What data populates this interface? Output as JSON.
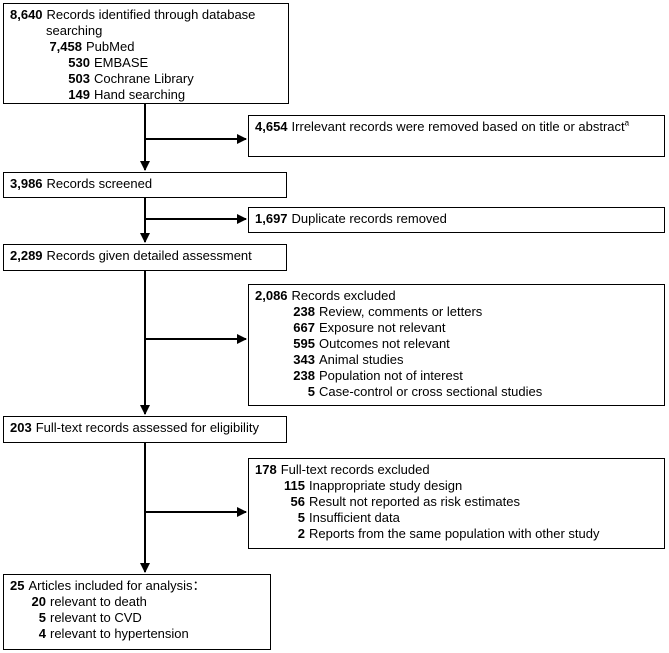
{
  "identified": {
    "count": "8,640",
    "label": "Records identified through database",
    "label2": "searching",
    "sources": [
      {
        "count": "7,458",
        "label": "PubMed"
      },
      {
        "count": "530",
        "label": "EMBASE"
      },
      {
        "count": "503",
        "label": "Cochrane Library"
      },
      {
        "count": "149",
        "label": "Hand searching"
      }
    ]
  },
  "irrelevant": {
    "count": "4,654",
    "label": "Irrelevant records were  removed  based on title or abstract",
    "footnote": "a"
  },
  "screened": {
    "count": "3,986",
    "label": "Records screened"
  },
  "duplicates": {
    "count": "1,697",
    "label": "Duplicate records removed"
  },
  "detailed": {
    "count": "2,289",
    "label": "Records given detailed assessment"
  },
  "excluded": {
    "count": "2,086",
    "label": "Records excluded",
    "reasons": [
      {
        "count": "238",
        "label": "Review, comments or letters"
      },
      {
        "count": "667",
        "label": "Exposure not relevant"
      },
      {
        "count": "595",
        "label": "Outcomes not relevant"
      },
      {
        "count": "343",
        "label": "Animal studies"
      },
      {
        "count": "238",
        "label": "Population not of interest"
      },
      {
        "count": "5",
        "label": "Case-control or cross sectional studies"
      }
    ]
  },
  "fulltext": {
    "count": "203",
    "label": "Full-text records assessed for eligibility"
  },
  "fulltext_excluded": {
    "count": "178",
    "label": "Full-text records excluded",
    "reasons": [
      {
        "count": "115",
        "label": "Inappropriate study design"
      },
      {
        "count": "56",
        "label": "Result not reported as risk estimates"
      },
      {
        "count": "5",
        "label": "Insufficient data"
      },
      {
        "count": "2",
        "label": "Reports from the same population with other study"
      }
    ]
  },
  "included": {
    "count": "25",
    "label": "Articles included for analysis：",
    "items": [
      {
        "count": "20",
        "label": "relevant to death"
      },
      {
        "count": "5",
        "label": "relevant to CVD"
      },
      {
        "count": "4",
        "label": "relevant to  hypertension"
      }
    ]
  }
}
